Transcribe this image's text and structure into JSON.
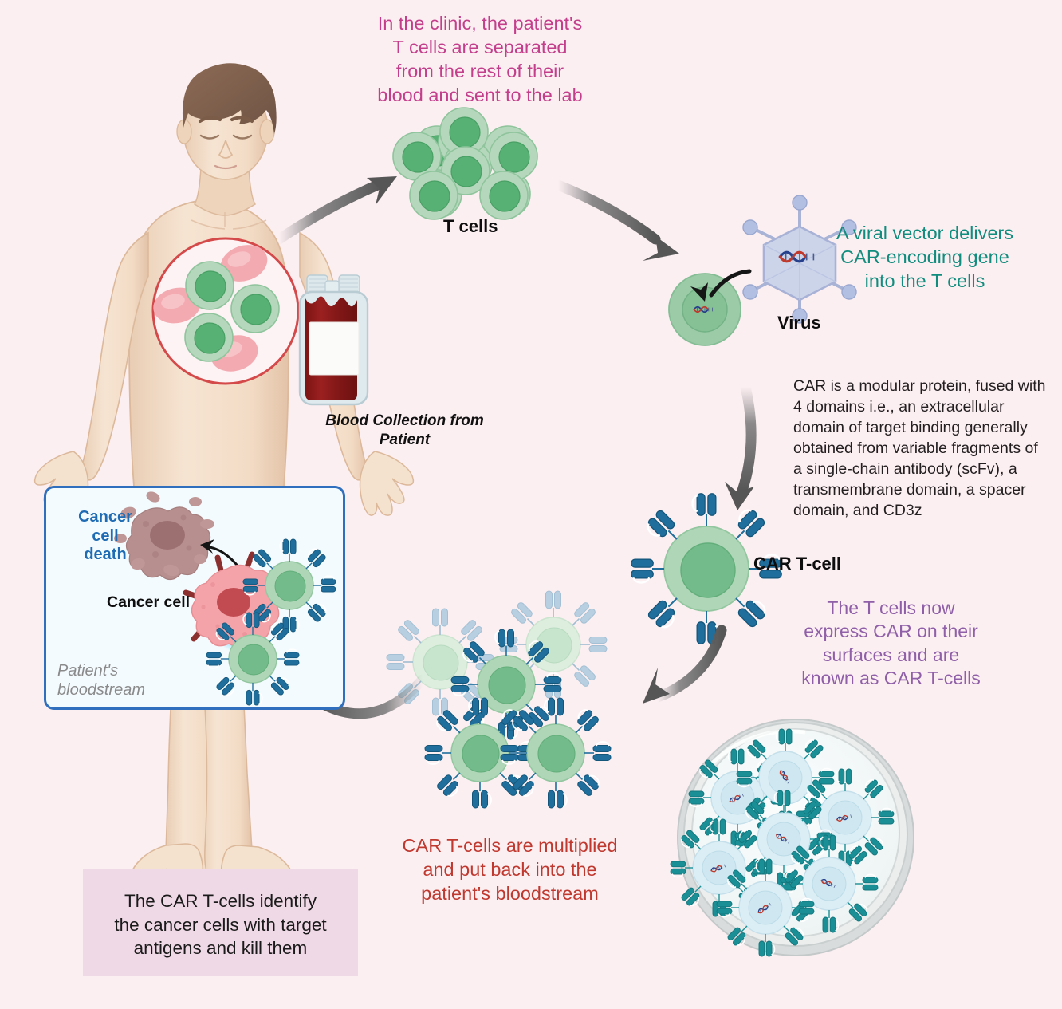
{
  "figure": {
    "title": "CAR T-cell therapy workflow",
    "background_color": "#fceff2"
  },
  "captions": {
    "clinic": "In the clinic, the patient's\nT cells are separated\nfrom the rest of their\nblood and sent to the lab",
    "viral_vector": "A viral vector delivers\nCAR-encoding gene\ninto the T cells",
    "car_definition": "CAR is a modular protein, fused with 4 domains i.e., an extracellular domain of target binding generally obtained from variable fragments of a single-chain antibody (scFv), a transmembrane domain, a spacer domain, and CD3z",
    "express_car": "The T cells now\nexpress CAR on their\nsurfaces and are\nknown as CAR T-cells",
    "multiplied": "CAR T-cells are multiplied\nand put back into the\npatient's bloodstream",
    "summary_box": "The CAR T-cells identify\nthe cancer cells with target\nantigens and kill them"
  },
  "labels": {
    "t_cells": "T cells",
    "virus": "Virus",
    "car_t_cell": "CAR T-cell",
    "blood_collection": "Blood Collection from\nPatient",
    "cancer_cell_death": "Cancer\ncell\ndeath",
    "cancer_cell": "Cancer cell",
    "patients_bloodstream": "Patient's\nbloodstream"
  },
  "colors": {
    "background": "#fceff2",
    "clinic_text": "#c33f8c",
    "viral_text": "#118d7e",
    "car_definition_text": "#231f20",
    "express_text": "#8f5fa8",
    "multiplied_text": "#c0392f",
    "summary_box_fill": "#f0d9e6",
    "blue_panel_border": "#2f6fbd",
    "blue_panel_fill": "#f4fbfe",
    "cancer_death_text": "#1f6cb5",
    "bloodstream_text": "#8a8a8a",
    "t_cell_membrane": "#a9d3b0",
    "t_cell_nucleus": "#5cb176",
    "car_receptor": "#1f6e9c",
    "dish_receptor": "#1a8f96",
    "arrow_gray": "#5c5c5c",
    "blood_red": "#8e1a1a",
    "skin": "#f2ddc8",
    "hair": "#8a6a56",
    "cancer_cell_pink": "#f4a0a5",
    "cancer_nucleus": "#c0484f",
    "dead_cell": "#b58b8b",
    "magnifier_outline": "#d4494a",
    "rbc_pink": "#f3aab0",
    "virus_capsid": "#c8cfe8",
    "dna_red": "#c0392b",
    "dna_blue": "#27408b"
  },
  "elements": {
    "t_cell_cluster_count": 6,
    "magnifier_t_cells": 3,
    "magnifier_red_blood_cells": 3,
    "car_t_cells_in_stream": 5,
    "petri_dish_cells": 7,
    "blue_panel_car_t_cells": 2,
    "arrows": 5
  }
}
